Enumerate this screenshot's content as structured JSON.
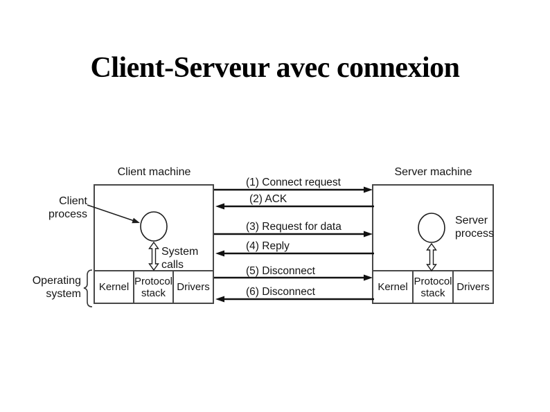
{
  "slide": {
    "title": "Client-Serveur avec connexion"
  },
  "diagram": {
    "client": {
      "machine_label": "Client machine",
      "process_label": "Client process",
      "system_calls_label": "System calls",
      "os_label": "Operating system",
      "cells": [
        "Kernel",
        "Protocol stack",
        "Drivers"
      ]
    },
    "server": {
      "machine_label": "Server machine",
      "process_label": "Server process",
      "cells": [
        "Kernel",
        "Protocol stack",
        "Drivers"
      ]
    },
    "messages": [
      {
        "label": "(1) Connect request",
        "direction": "client-to-server"
      },
      {
        "label": "(2) ACK",
        "direction": "server-to-client"
      },
      {
        "label": "(3) Request for data",
        "direction": "client-to-server"
      },
      {
        "label": "(4) Reply",
        "direction": "server-to-client"
      },
      {
        "label": "(5) Disconnect",
        "direction": "client-to-server"
      },
      {
        "label": "(6) Disconnect",
        "direction": "server-to-client"
      }
    ]
  }
}
